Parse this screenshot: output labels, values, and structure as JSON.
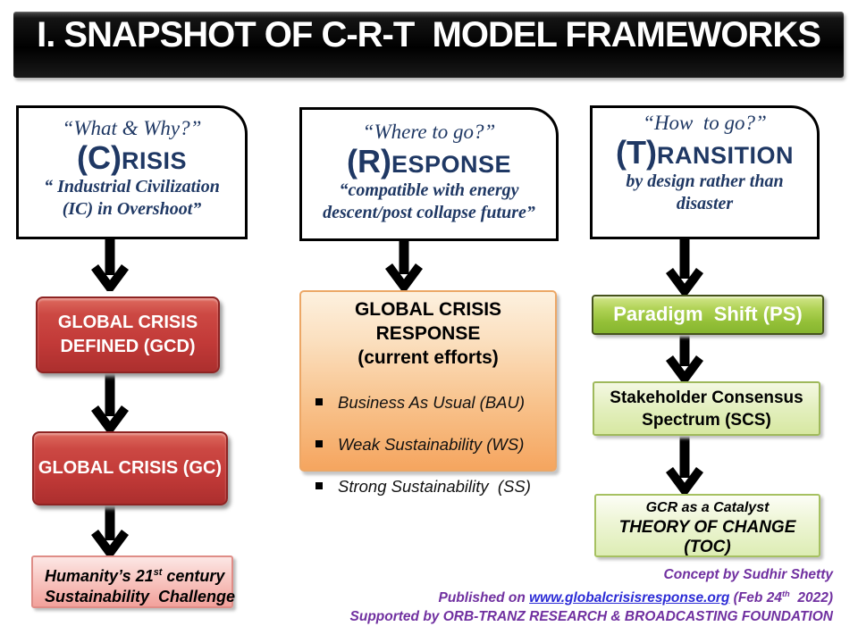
{
  "title": "I. SNAPSHOT OF C-R-T  MODEL FRAMEWORKS",
  "columns": {
    "crisis": {
      "question": "“What & Why?”",
      "letter": "(C)",
      "word": "RISIS",
      "sub1": "“ Industrial Civilization",
      "sub2": "(IC) in Overshoot”"
    },
    "response": {
      "question": "“Where to go?”",
      "letter": "(R)",
      "word": "ESPONSE",
      "sub1": "“compatible with energy",
      "sub2": "descent/post collapse future”"
    },
    "transition": {
      "question": "“How  to go?”",
      "letter": "(T)",
      "word": "RANSITION",
      "sub1": "by design rather than",
      "sub2": "disaster"
    }
  },
  "boxes": {
    "gcd": {
      "line1": "GLOBAL CRISIS",
      "line2": "DEFINED (GCD)"
    },
    "gc": {
      "label": "GLOBAL CRISIS (GC)"
    },
    "humanity": {
      "line1_pre": "Humanity’s 21",
      "line1_sup": "st",
      "line1_post": " century",
      "line2": "Sustainability  Challenge"
    },
    "response_efforts": {
      "title1": "GLOBAL CRISIS RESPONSE",
      "title2": "(current efforts)",
      "bullets": [
        "Business As Usual (BAU)",
        "Weak Sustainability (WS)",
        "Strong Sustainability  (SS)"
      ]
    },
    "ps": {
      "label": "Paradigm  Shift (PS)"
    },
    "scs": {
      "line1": "Stakeholder Consensus",
      "line2": "Spectrum (SCS)"
    },
    "toc": {
      "line1": "GCR as a Catalyst",
      "line2": "THEORY OF CHANGE",
      "line3": "(TOC)"
    }
  },
  "footer": {
    "line1": "Concept by Sudhir Shetty",
    "line2_pre": "Published on ",
    "link": "www.globalcrisisresponse.org",
    "date_pre": " (Feb 24",
    "date_sup": "th",
    "date_post": "  2022)",
    "line3": "Supported by ORB-TRANZ RESEARCH & BROADCASTING FOUNDATION"
  },
  "icons": {
    "down_arrow": "down-arrow-icon",
    "bullet_square": "square-bullet-icon"
  },
  "colors": {
    "navy_text": "#1F3864",
    "title_bar_bg": "#000000",
    "title_text": "#FFFFFF",
    "crisis_red": "#C23A38",
    "humanity_pink": "#F2A19B",
    "response_orange": "#F5A55F",
    "paradigm_green": "#94C038",
    "light_green": "#D7E8A2",
    "footer_purple": "#7030A0",
    "link_blue": "#2B2BD6",
    "arrow_black": "#000000"
  }
}
